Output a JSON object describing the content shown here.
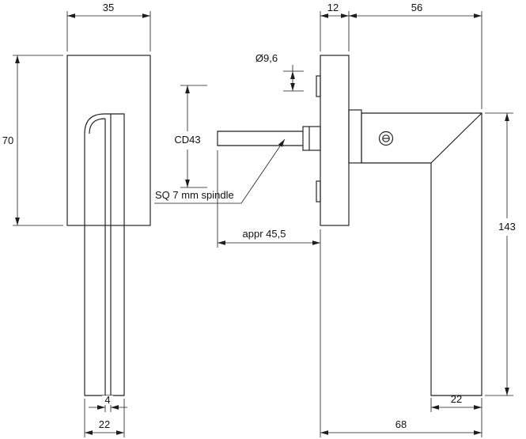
{
  "drawing": {
    "labels": {
      "front_plate_width": "35",
      "front_plate_height": "70",
      "front_grip_face": "4",
      "front_grip_width": "22",
      "side_plate_depth": "12",
      "side_grip_reach": "56",
      "spindle_diameter": "Ø9,6",
      "center_distance": "CD43",
      "spindle_note": "SQ 7 mm spindle",
      "spindle_length": "appr 45,5",
      "handle_drop": "143",
      "side_grip_width": "22",
      "side_total_depth": "68"
    },
    "colors": {
      "line": "#1d1d1d",
      "background": "#ffffff"
    }
  }
}
